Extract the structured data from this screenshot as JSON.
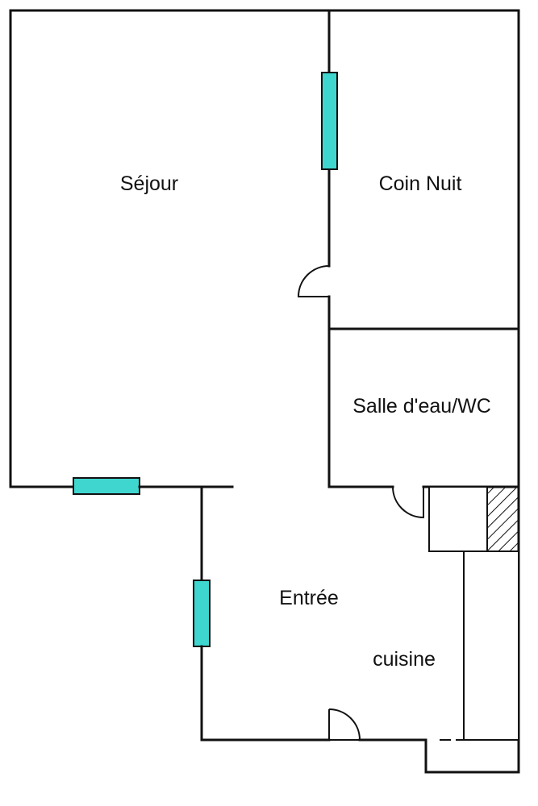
{
  "colors": {
    "wall": "#111111",
    "window": "#3fd6d0",
    "background": "#ffffff"
  },
  "rooms": {
    "sejour": "Séjour",
    "coin_nuit": "Coin Nuit",
    "salle_eau": "Salle d'eau/WC",
    "entree": "Entrée",
    "cuisine": "cuisine"
  }
}
